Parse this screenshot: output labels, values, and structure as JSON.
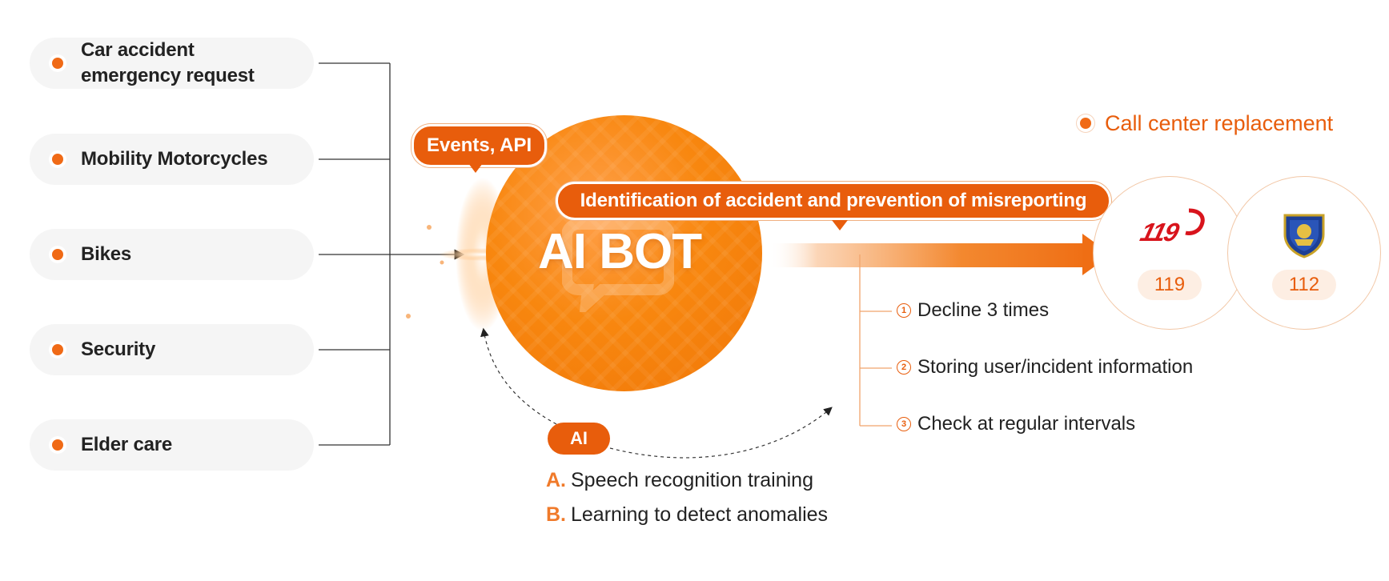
{
  "sources": [
    {
      "label_line1": "Car accident",
      "label_line2": "emergency request"
    },
    {
      "label_line1": "Mobility Motorcycles",
      "label_line2": ""
    },
    {
      "label_line1": "Bikes",
      "label_line2": ""
    },
    {
      "label_line1": "Security",
      "label_line2": ""
    },
    {
      "label_line1": "Elder care",
      "label_line2": ""
    }
  ],
  "hub": {
    "title": "AI BOT",
    "events_label": "Events, API",
    "banner": "Identification of accident and prevention of misreporting"
  },
  "destination": {
    "label": "Call center replacement",
    "agencies": [
      {
        "logo_text": "119",
        "badge": "119",
        "logo_icon": "fire-department-logo-icon"
      },
      {
        "logo_text": "",
        "badge": "112",
        "logo_icon": "police-emblem-icon"
      }
    ]
  },
  "steps": [
    {
      "num": "1",
      "text": "Decline 3 times"
    },
    {
      "num": "2",
      "text": "Storing user/incident information"
    },
    {
      "num": "3",
      "text": "Check at regular intervals"
    }
  ],
  "ai": {
    "tag": "AI",
    "items": [
      {
        "letter": "A.",
        "text": "Speech recognition training"
      },
      {
        "letter": "B.",
        "text": "Learning to detect anomalies"
      }
    ]
  },
  "colors": {
    "accent": "#e85d0c",
    "accent_light": "#f8870f",
    "pill_bg": "#f5f5f5",
    "text": "#222222"
  }
}
